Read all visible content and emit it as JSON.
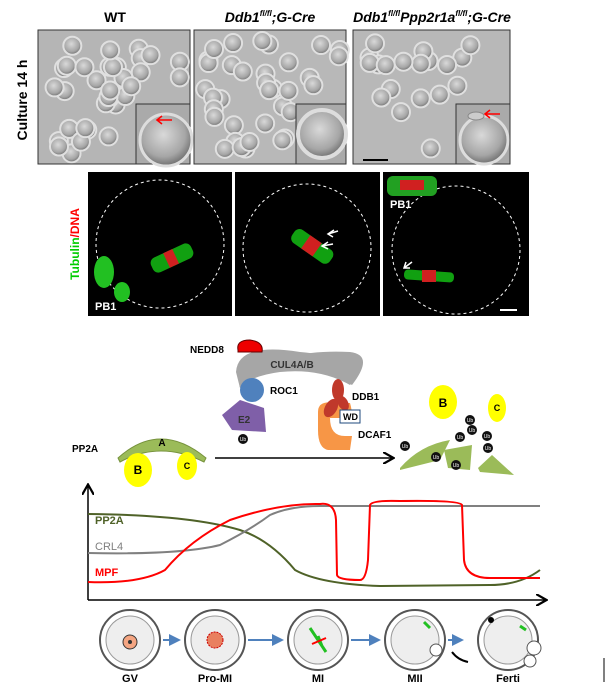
{
  "columns": [
    {
      "main": "WT",
      "sup": "",
      "rest": ""
    },
    {
      "main": "Ddb1",
      "sup": "fl/fl",
      "rest": ";G-Cre"
    },
    {
      "main": "Ddb1",
      "sup": "fl/fl",
      "rest": "Ppp2r1a",
      "sup2": "fl/fl",
      "rest2": ";G-Cre"
    }
  ],
  "row_label": "Culture 14 h",
  "stain_label": {
    "green": "Tubulin",
    "sep": "/",
    "red": "DNA"
  },
  "pb1_label": "PB1",
  "complex": {
    "nedd8": "NEDD8",
    "cul4": "CUL4A/B",
    "roc1": "ROC1",
    "e2": "E2",
    "ddb1": "DDB1",
    "wd": "WD",
    "dcaf1": "DCAF1",
    "ub": "Ub"
  },
  "pp2a": {
    "label": "PP2A",
    "a": "A",
    "b": "B",
    "c": "C"
  },
  "graph": {
    "series": [
      {
        "name": "PP2A",
        "color": "#4f6228"
      },
      {
        "name": "CRL4",
        "color": "#808080"
      },
      {
        "name": "MPF",
        "color": "#ff0000"
      }
    ]
  },
  "stages": [
    "GV",
    "Pro-MI",
    "MI",
    "MII",
    "Ferti"
  ],
  "colors": {
    "green": "#00cc00",
    "red": "#ff0000",
    "arrow": "#4f81bd",
    "yellow": "#ffff00",
    "leaf": "#9bbb59"
  }
}
